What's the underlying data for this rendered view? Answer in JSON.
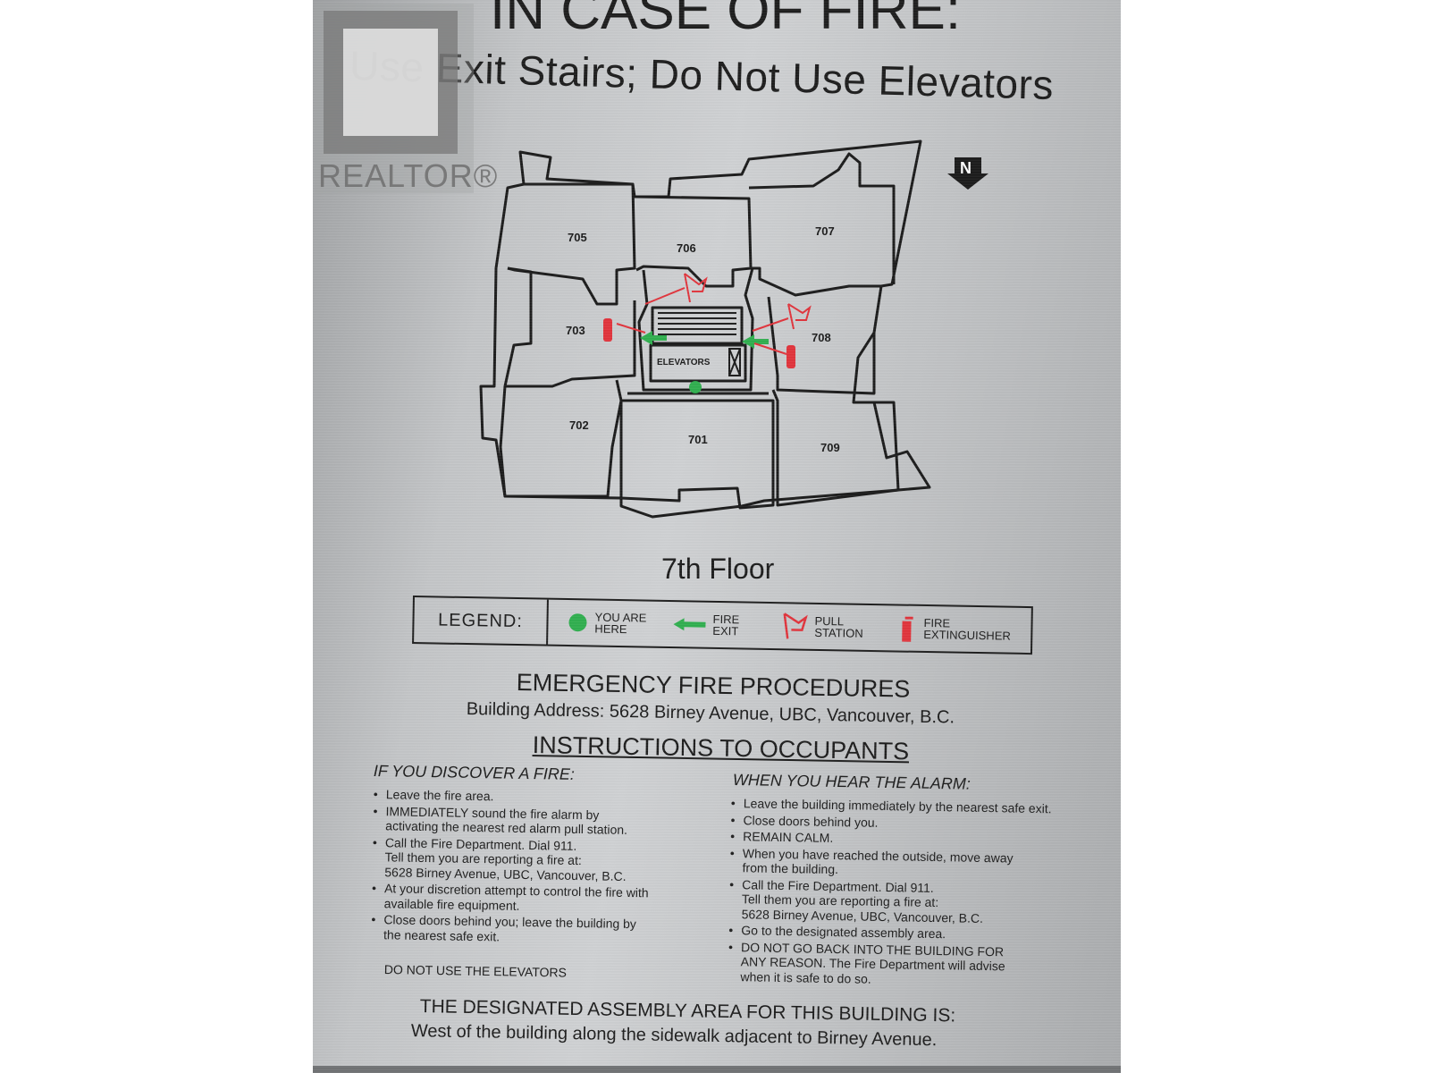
{
  "logo": {
    "text": "REALTOR®"
  },
  "sign": {
    "title": "IN CASE OF FIRE:",
    "subtitle": "Use Exit Stairs; Do Not Use Elevators",
    "north_label": "N",
    "units": [
      "705",
      "706",
      "707",
      "703",
      "708",
      "702",
      "701",
      "709"
    ],
    "elevators_label": "ELEVATORS",
    "floor_label": "7th Floor",
    "legend": {
      "label": "LEGEND:",
      "items": [
        {
          "icon": "you-are-here-dot",
          "text": "YOU ARE HERE"
        },
        {
          "icon": "fire-exit-arrow",
          "text": "FIRE EXIT"
        },
        {
          "icon": "pull-station-icon",
          "text": "PULL STATION"
        },
        {
          "icon": "fire-extinguisher-icon",
          "text": "FIRE EXTINGUISHER"
        }
      ]
    },
    "colors": {
      "exit_green": "#2fae4e",
      "fire_red": "#e0333b",
      "ink": "#1c1c1c"
    },
    "procedures_title": "EMERGENCY FIRE PROCEDURES",
    "building_address": "Building Address: 5628 Birney Avenue, UBC, Vancouver, B.C.",
    "instructions_title": "INSTRUCTIONS TO OCCUPANTS",
    "discover": {
      "heading": "IF YOU DISCOVER A FIRE:",
      "items": [
        "Leave the fire area.",
        "IMMEDIATELY sound the fire alarm by\nactivating the nearest red alarm pull station.",
        "Call the Fire Department. Dial 911.\nTell them you are reporting a fire at:\n5628 Birney Avenue, UBC, Vancouver, B.C.",
        "At your discretion attempt to control the fire with\navailable fire equipment.",
        "Close doors behind you; leave the building by\nthe nearest safe exit."
      ],
      "footer": "DO NOT USE THE ELEVATORS"
    },
    "alarm": {
      "heading": "WHEN YOU HEAR THE ALARM:",
      "items": [
        "Leave the building immediately by the nearest safe exit.",
        "Close doors behind you.",
        "REMAIN CALM.",
        "When you have reached the outside, move away\nfrom the building.",
        "Call the Fire Department. Dial 911.\nTell them you are reporting a fire at:\n5628 Birney Avenue, UBC, Vancouver, B.C.",
        "Go to the designated assembly area.",
        "DO NOT GO BACK INTO THE BUILDING FOR\nANY REASON. The Fire Department will advise\nwhen it is safe to do so."
      ]
    },
    "assembly_heading": "THE DESIGNATED ASSEMBLY AREA FOR THIS BUILDING IS:",
    "assembly_text": "West of the building along the sidewalk adjacent to Birney Avenue."
  }
}
